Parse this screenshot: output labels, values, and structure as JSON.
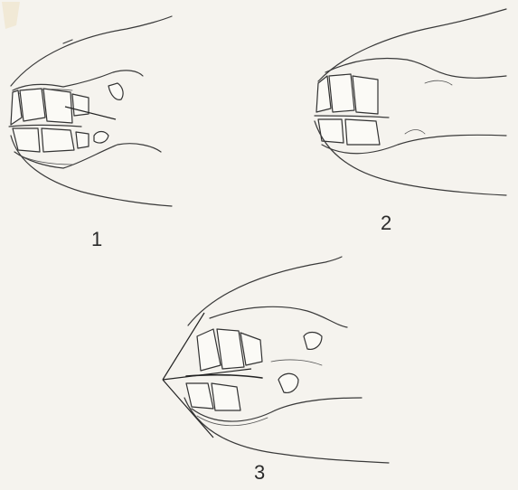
{
  "panels": [
    {
      "label": "1"
    },
    {
      "label": "2"
    },
    {
      "label": "3"
    }
  ],
  "colors": {
    "background": "#f5f3ee",
    "ink": "#333333"
  }
}
